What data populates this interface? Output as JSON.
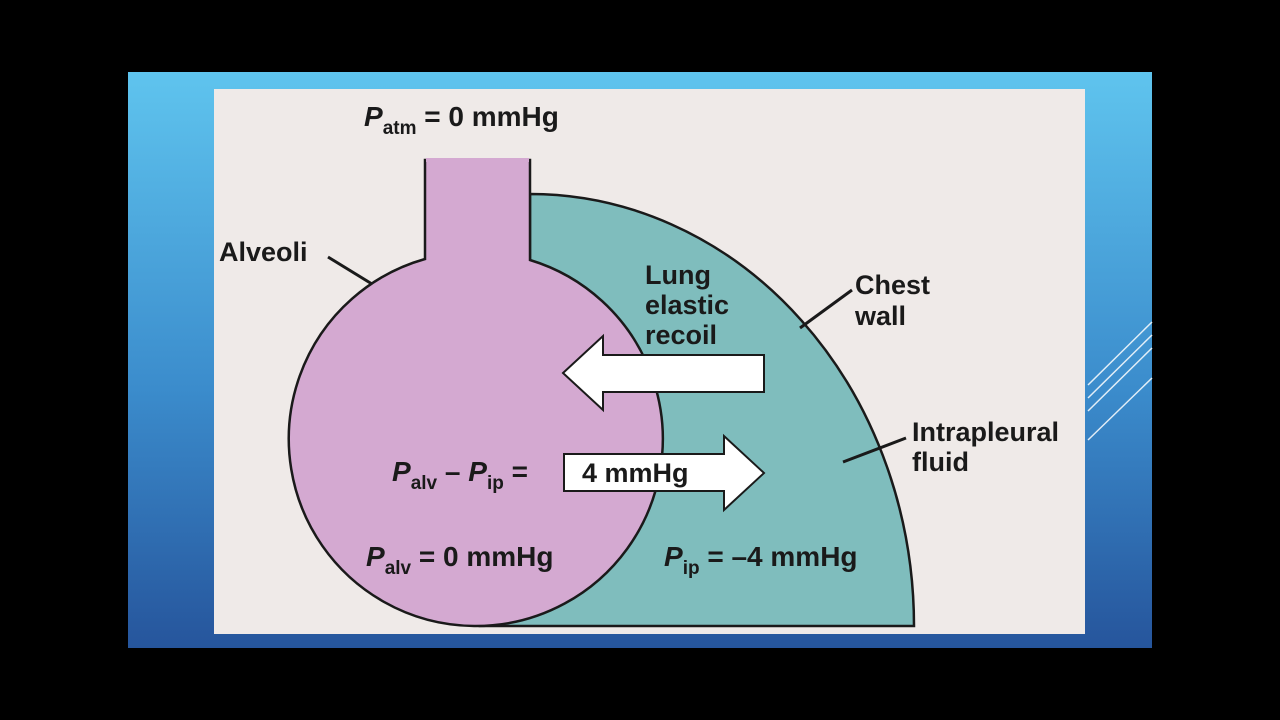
{
  "diagram": {
    "patm": {
      "symbol": "P",
      "sub": "atm",
      "value": " = 0 mmHg"
    },
    "alveoli_label": "Alveoli",
    "lung_recoil": {
      "line1": "Lung",
      "line2": "elastic",
      "line3": "recoil"
    },
    "chest_wall": {
      "line1": "Chest",
      "line2": "wall"
    },
    "intrapleural": {
      "line1": "Intrapleural",
      "line2": "fluid"
    },
    "transpulmonary": {
      "symbol1": "P",
      "sub1": "alv",
      "mid": " – ",
      "symbol2": "P",
      "sub2": "ip",
      "eq": " =",
      "arrow_value": "4 mmHg"
    },
    "palv": {
      "symbol": "P",
      "sub": "alv",
      "value": " = 0 mmHg"
    },
    "pip": {
      "symbol": "P",
      "sub": "ip",
      "value": " = –4 mmHg"
    }
  },
  "colors": {
    "alveoli_fill": "#d4a9d1",
    "pleural_fill": "#7fbdbd",
    "panel_fill": "#efeae8",
    "slide_blue_top": "#5fc4ee",
    "slide_blue_bottom": "#2a5aa0"
  }
}
